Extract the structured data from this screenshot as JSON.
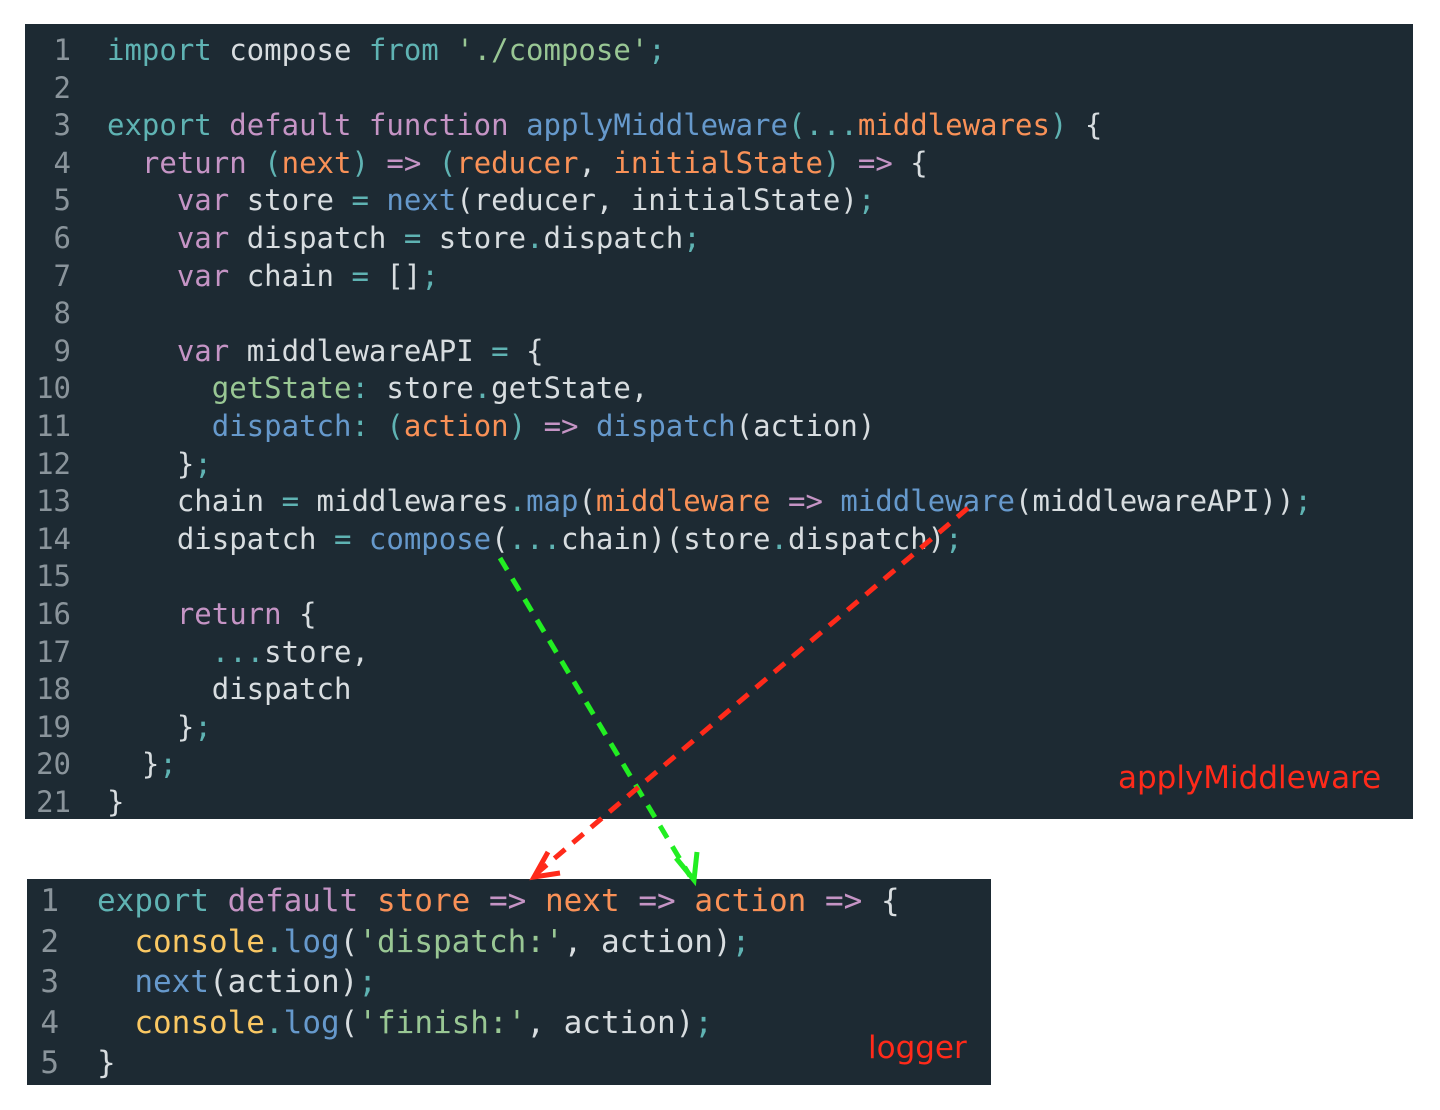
{
  "panels": {
    "applyMiddleware": {
      "label": "applyMiddleware",
      "lines": [
        {
          "n": "1",
          "tokens": [
            [
              "k-teal",
              "import"
            ],
            [
              "txt",
              " compose "
            ],
            [
              "k-teal",
              "from"
            ],
            [
              "txt",
              " "
            ],
            [
              "k-green",
              "'./compose'"
            ],
            [
              "k-teal",
              ";"
            ]
          ]
        },
        {
          "n": "2",
          "tokens": []
        },
        {
          "n": "3",
          "tokens": [
            [
              "k-teal",
              "export"
            ],
            [
              "txt",
              " "
            ],
            [
              "k-purple",
              "default"
            ],
            [
              "txt",
              " "
            ],
            [
              "k-purple",
              "function"
            ],
            [
              "txt",
              " "
            ],
            [
              "k-blue",
              "applyMiddleware"
            ],
            [
              "k-teal",
              "("
            ],
            [
              "k-teal",
              "..."
            ],
            [
              "k-orange",
              "middlewares"
            ],
            [
              "k-teal",
              ")"
            ],
            [
              "txt",
              " {"
            ]
          ]
        },
        {
          "n": "4",
          "tokens": [
            [
              "txt",
              "  "
            ],
            [
              "k-purple",
              "return"
            ],
            [
              "txt",
              " "
            ],
            [
              "k-teal",
              "("
            ],
            [
              "k-orange",
              "next"
            ],
            [
              "k-teal",
              ")"
            ],
            [
              "txt",
              " "
            ],
            [
              "k-purple",
              "=>"
            ],
            [
              "txt",
              " "
            ],
            [
              "k-teal",
              "("
            ],
            [
              "k-orange",
              "reducer"
            ],
            [
              "txt",
              ", "
            ],
            [
              "k-orange",
              "initialState"
            ],
            [
              "k-teal",
              ")"
            ],
            [
              "txt",
              " "
            ],
            [
              "k-purple",
              "=>"
            ],
            [
              "txt",
              " {"
            ]
          ]
        },
        {
          "n": "5",
          "tokens": [
            [
              "txt",
              "    "
            ],
            [
              "k-purple",
              "var"
            ],
            [
              "txt",
              " store "
            ],
            [
              "k-teal",
              "="
            ],
            [
              "txt",
              " "
            ],
            [
              "k-blue",
              "next"
            ],
            [
              "txt",
              "(reducer, initialState)"
            ],
            [
              "k-teal",
              ";"
            ]
          ]
        },
        {
          "n": "6",
          "tokens": [
            [
              "txt",
              "    "
            ],
            [
              "k-purple",
              "var"
            ],
            [
              "txt",
              " dispatch "
            ],
            [
              "k-teal",
              "="
            ],
            [
              "txt",
              " store"
            ],
            [
              "k-teal",
              "."
            ],
            [
              "txt",
              "dispatch"
            ],
            [
              "k-teal",
              ";"
            ]
          ]
        },
        {
          "n": "7",
          "tokens": [
            [
              "txt",
              "    "
            ],
            [
              "k-purple",
              "var"
            ],
            [
              "txt",
              " chain "
            ],
            [
              "k-teal",
              "="
            ],
            [
              "txt",
              " []"
            ],
            [
              "k-teal",
              ";"
            ]
          ]
        },
        {
          "n": "8",
          "tokens": []
        },
        {
          "n": "9",
          "tokens": [
            [
              "txt",
              "    "
            ],
            [
              "k-purple",
              "var"
            ],
            [
              "txt",
              " middlewareAPI "
            ],
            [
              "k-teal",
              "="
            ],
            [
              "txt",
              " {"
            ]
          ]
        },
        {
          "n": "10",
          "tokens": [
            [
              "txt",
              "      "
            ],
            [
              "k-green",
              "getState"
            ],
            [
              "k-teal",
              ":"
            ],
            [
              "txt",
              " store"
            ],
            [
              "k-teal",
              "."
            ],
            [
              "txt",
              "getState,"
            ]
          ]
        },
        {
          "n": "11",
          "tokens": [
            [
              "txt",
              "      "
            ],
            [
              "k-blue",
              "dispatch"
            ],
            [
              "k-teal",
              ":"
            ],
            [
              "txt",
              " "
            ],
            [
              "k-teal",
              "("
            ],
            [
              "k-orange",
              "action"
            ],
            [
              "k-teal",
              ")"
            ],
            [
              "txt",
              " "
            ],
            [
              "k-purple",
              "=>"
            ],
            [
              "txt",
              " "
            ],
            [
              "k-blue",
              "dispatch"
            ],
            [
              "txt",
              "(action)"
            ]
          ]
        },
        {
          "n": "12",
          "tokens": [
            [
              "txt",
              "    }"
            ],
            [
              "k-teal",
              ";"
            ]
          ]
        },
        {
          "n": "13",
          "tokens": [
            [
              "txt",
              "    chain "
            ],
            [
              "k-teal",
              "="
            ],
            [
              "txt",
              " middlewares"
            ],
            [
              "k-teal",
              "."
            ],
            [
              "k-blue",
              "map"
            ],
            [
              "txt",
              "("
            ],
            [
              "k-orange",
              "middleware"
            ],
            [
              "txt",
              " "
            ],
            [
              "k-purple",
              "=>"
            ],
            [
              "txt",
              " "
            ],
            [
              "k-blue",
              "middleware"
            ],
            [
              "txt",
              "(middlewareAPI))"
            ],
            [
              "k-teal",
              ";"
            ]
          ]
        },
        {
          "n": "14",
          "tokens": [
            [
              "txt",
              "    dispatch "
            ],
            [
              "k-teal",
              "="
            ],
            [
              "txt",
              " "
            ],
            [
              "k-blue",
              "compose"
            ],
            [
              "txt",
              "("
            ],
            [
              "k-teal",
              "..."
            ],
            [
              "txt",
              "chain)(store"
            ],
            [
              "k-teal",
              "."
            ],
            [
              "txt",
              "dispatch)"
            ],
            [
              "k-teal",
              ";"
            ]
          ]
        },
        {
          "n": "15",
          "tokens": []
        },
        {
          "n": "16",
          "tokens": [
            [
              "txt",
              "    "
            ],
            [
              "k-purple",
              "return"
            ],
            [
              "txt",
              " {"
            ]
          ]
        },
        {
          "n": "17",
          "tokens": [
            [
              "txt",
              "      "
            ],
            [
              "k-teal",
              "..."
            ],
            [
              "txt",
              "store,"
            ]
          ]
        },
        {
          "n": "18",
          "tokens": [
            [
              "txt",
              "      dispatch"
            ]
          ]
        },
        {
          "n": "19",
          "tokens": [
            [
              "txt",
              "    }"
            ],
            [
              "k-teal",
              ";"
            ]
          ]
        },
        {
          "n": "20",
          "tokens": [
            [
              "txt",
              "  }"
            ],
            [
              "k-teal",
              ";"
            ]
          ]
        },
        {
          "n": "21",
          "tokens": [
            [
              "txt",
              "}"
            ]
          ]
        }
      ]
    },
    "logger": {
      "label": "logger",
      "lines": [
        {
          "n": "1",
          "tokens": [
            [
              "k-teal",
              "export"
            ],
            [
              "txt",
              " "
            ],
            [
              "k-purple",
              "default"
            ],
            [
              "txt",
              " "
            ],
            [
              "k-orange",
              "store"
            ],
            [
              "txt",
              " "
            ],
            [
              "k-purple",
              "=>"
            ],
            [
              "txt",
              " "
            ],
            [
              "k-orange",
              "next"
            ],
            [
              "txt",
              " "
            ],
            [
              "k-purple",
              "=>"
            ],
            [
              "txt",
              " "
            ],
            [
              "k-orange",
              "action"
            ],
            [
              "txt",
              " "
            ],
            [
              "k-purple",
              "=>"
            ],
            [
              "txt",
              " {"
            ]
          ]
        },
        {
          "n": "2",
          "tokens": [
            [
              "txt",
              "  "
            ],
            [
              "k-yellow",
              "console"
            ],
            [
              "k-teal",
              "."
            ],
            [
              "k-blue",
              "log"
            ],
            [
              "txt",
              "("
            ],
            [
              "k-green",
              "'dispatch:'"
            ],
            [
              "txt",
              ", action)"
            ],
            [
              "k-teal",
              ";"
            ]
          ]
        },
        {
          "n": "3",
          "tokens": [
            [
              "txt",
              "  "
            ],
            [
              "k-blue",
              "next"
            ],
            [
              "txt",
              "(action)"
            ],
            [
              "k-teal",
              ";"
            ]
          ]
        },
        {
          "n": "4",
          "tokens": [
            [
              "txt",
              "  "
            ],
            [
              "k-yellow",
              "console"
            ],
            [
              "k-teal",
              "."
            ],
            [
              "k-blue",
              "log"
            ],
            [
              "txt",
              "("
            ],
            [
              "k-green",
              "'finish:'"
            ],
            [
              "txt",
              ", action)"
            ],
            [
              "k-teal",
              ";"
            ]
          ]
        },
        {
          "n": "5",
          "tokens": [
            [
              "txt",
              "}"
            ]
          ]
        }
      ]
    }
  },
  "arrows": [
    {
      "name": "compose-to-next",
      "color": "#22ee22",
      "from": "compose (line 14)",
      "to": "next (logger line 1)"
    },
    {
      "name": "store-dispatch-to-store",
      "color": "#ff2a1a",
      "from": "store.dispatch (line 14)",
      "to": "store (logger line 1)"
    }
  ],
  "colors": {
    "background": "#1d2a33",
    "annotation": "#ff2a1a",
    "green_arrow": "#22ee22"
  }
}
